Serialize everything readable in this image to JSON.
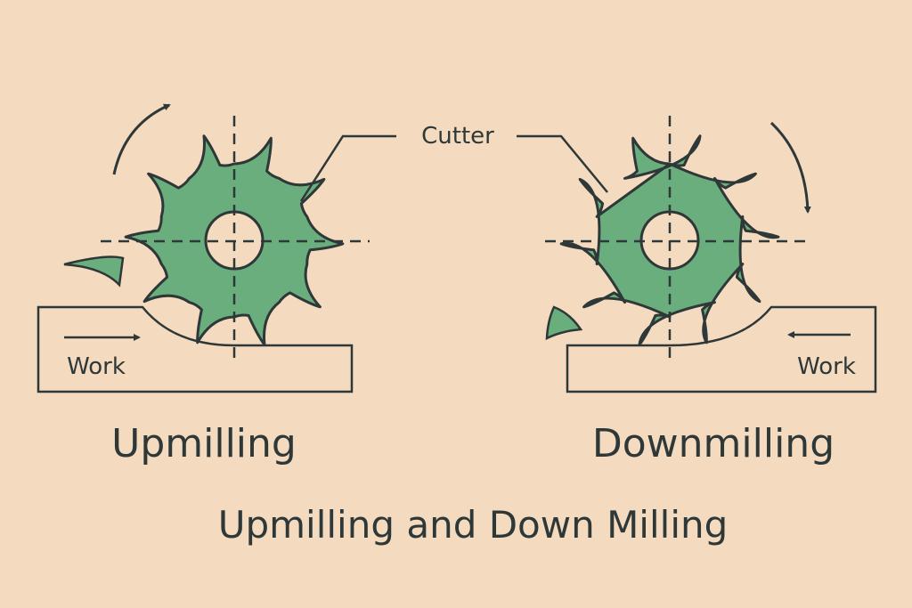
{
  "labels": {
    "cutter": "Cutter",
    "work_left": "Work",
    "work_right": "Work",
    "upmilling": "Upmilling",
    "downmilling": "Downmilling",
    "title": "Upmilling and Down Milling"
  },
  "colors": {
    "background": "#f4dbbf",
    "cutter": "#6aae7d",
    "ink": "#2f3838"
  }
}
